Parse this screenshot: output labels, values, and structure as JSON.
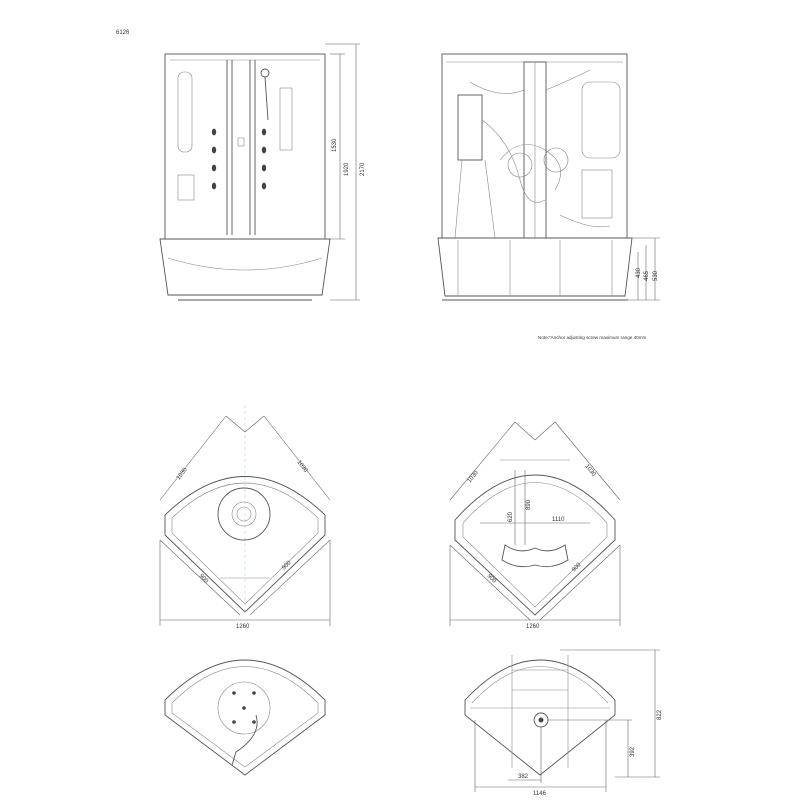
{
  "drawing": {
    "model_code": "6126",
    "note": "Note:"
  },
  "note_line": "Note:\"Anchor adjusting screw maximum range 40mm",
  "front_view": {
    "dims": {
      "panel_height": "1530",
      "overall_height_inner": "1920",
      "overall_height": "2170"
    }
  },
  "back_view": {
    "dims": {
      "tray_h1": "430",
      "tray_h2": "465",
      "tray_h3": "530"
    }
  },
  "plan_top_left": {
    "dims": {
      "side_a": "1030",
      "side_b": "1030",
      "leg_a": "900",
      "leg_b": "900",
      "width": "1260"
    }
  },
  "plan_top_right": {
    "dims": {
      "side_a": "1030",
      "side_b": "1030",
      "seat_a": "620",
      "seat_b": "890",
      "inner_width": "1110",
      "leg_a": "900",
      "leg_b": "900",
      "width": "1260"
    }
  },
  "plan_bottom_right": {
    "dims": {
      "depth": "822",
      "drain_offset_y": "392",
      "drain_offset_x": "382",
      "width": "1146"
    }
  }
}
